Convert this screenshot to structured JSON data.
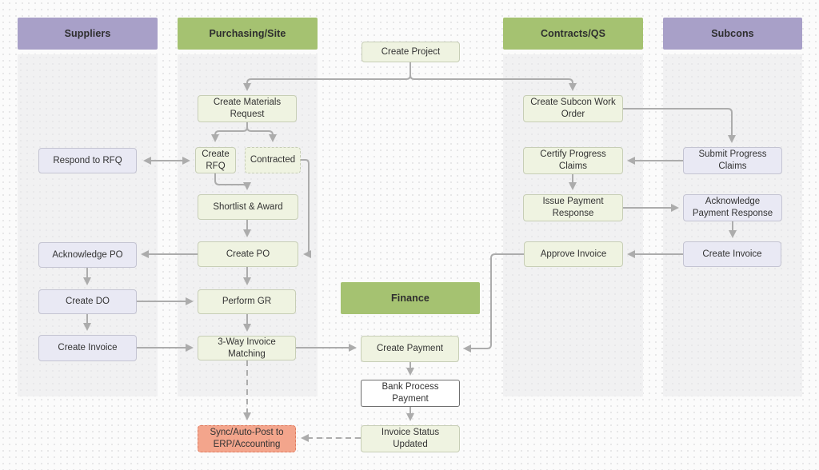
{
  "diagram": {
    "lanes": [
      {
        "id": "suppliers",
        "label": "Suppliers",
        "color": "purple"
      },
      {
        "id": "purchasing",
        "label": "Purchasing/Site",
        "color": "green"
      },
      {
        "id": "contracts",
        "label": "Contracts/QS",
        "color": "green"
      },
      {
        "id": "subcons",
        "label": "Subcons",
        "color": "purple"
      },
      {
        "id": "finance",
        "label": "Finance",
        "color": "green"
      }
    ],
    "nodes": {
      "create_project": "Create Project",
      "create_materials_request": "Create Materials Request",
      "create_rfq": "Create RFQ",
      "contracted": "Contracted",
      "shortlist_award": "Shortlist & Award",
      "create_po": "Create PO",
      "perform_gr": "Perform GR",
      "three_way_matching": "3-Way Invoice Matching",
      "sync_autopost": "Sync/Auto-Post to ERP/Accounting",
      "respond_to_rfq": "Respond to RFQ",
      "acknowledge_po": "Acknowledge PO",
      "create_do": "Create DO",
      "create_invoice_supplier": "Create Invoice",
      "create_payment": "Create Payment",
      "bank_process_payment": "Bank Process Payment",
      "invoice_status_updated": "Invoice Status Updated",
      "create_subcon_wo": "Create Subcon Work Order",
      "certify_claims": "Certify Progress Claims",
      "issue_payment_response": "Issue Payment Response",
      "approve_invoice": "Approve Invoice",
      "submit_claims": "Submit Progress Claims",
      "ack_payment_response": "Acknowledge Payment Response",
      "create_invoice_subcon": "Create Invoice"
    },
    "colors": {
      "lane_purple": "#a8a0c8",
      "lane_green": "#a5c271",
      "node_green_bg": "#eff3e1",
      "node_green_border": "#c7ceb6",
      "node_lavender_bg": "#e9e9f4",
      "node_lavender_border": "#c4c4d2",
      "node_white_border": "#6f6f6f",
      "node_salmon_bg": "#f3a58c",
      "node_salmon_border": "#e07b5f",
      "edge": "#acacac"
    }
  }
}
